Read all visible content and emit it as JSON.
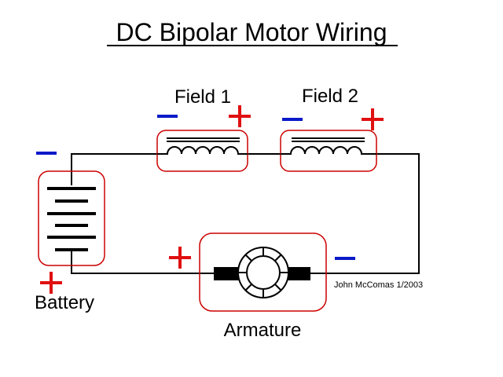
{
  "title": "DC Bipolar Motor Wiring",
  "labels": {
    "field1": "Field 1",
    "field2": "Field 2",
    "battery": "Battery",
    "armature": "Armature"
  },
  "credit": "John McComas 1/2003",
  "colors": {
    "positive": "#e01010",
    "negative": "#0a1ac8",
    "component_outline": "#cc0000",
    "wire": "#000000"
  },
  "icons": {
    "plus": "plus-sign-icon",
    "minus": "minus-sign-icon",
    "coil": "coil-icon",
    "battery": "battery-symbol-icon",
    "motor": "motor-armature-icon"
  }
}
